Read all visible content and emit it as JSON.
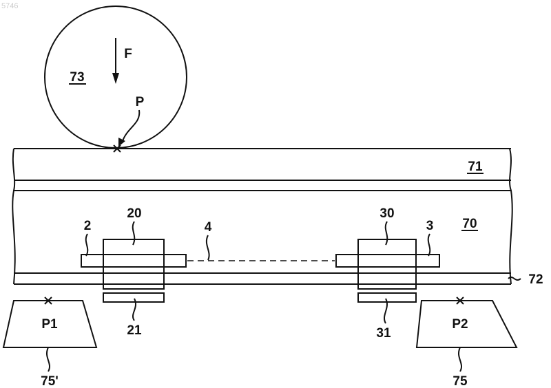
{
  "watermark": "5746",
  "labels": {
    "roller": "73",
    "force": "F",
    "contact_point": "P",
    "top_layer": "71",
    "substrate": "70",
    "interface_layer": "72",
    "element_left": "2",
    "block_left": "20",
    "connection": "4",
    "block_right": "30",
    "element_right": "3",
    "pad_left": "21",
    "pad_right": "31",
    "support_left": "P1",
    "support_right": "P2",
    "support_left_ref": "75'",
    "support_right_ref": "75"
  }
}
